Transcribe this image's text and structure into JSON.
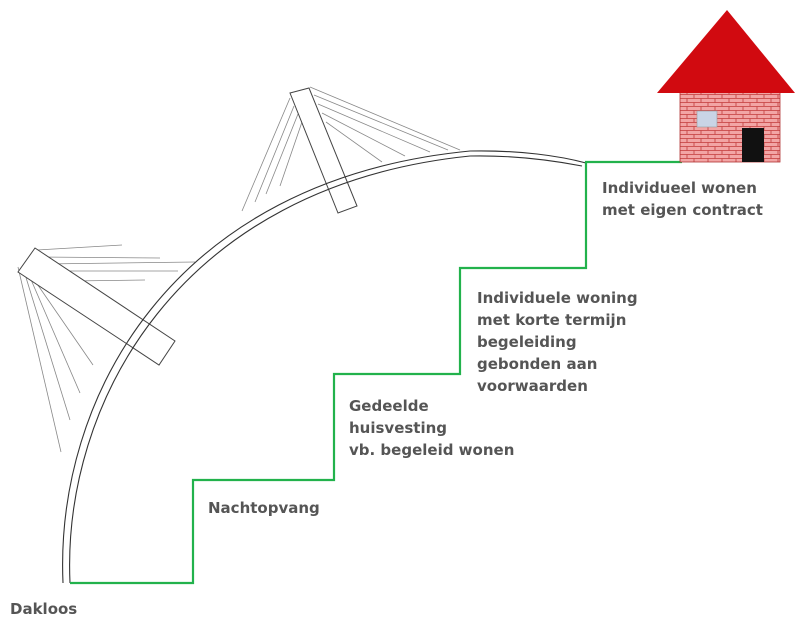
{
  "diagram": {
    "stages": [
      {
        "id": "dakloos",
        "lines": [
          "Dakloos"
        ]
      },
      {
        "id": "nachtopvang",
        "lines": [
          "Nachtopvang"
        ]
      },
      {
        "id": "gedeelde",
        "lines": [
          "Gedeelde",
          "huisvesting",
          "vb. begeleid wonen"
        ]
      },
      {
        "id": "individuele",
        "lines": [
          "Individuele woning",
          "met korte termijn",
          "begeleiding",
          "gebonden aan",
          "voorwaarden"
        ]
      },
      {
        "id": "individueel",
        "lines": [
          "Individueel wonen",
          "met eigen contract"
        ]
      }
    ],
    "colors": {
      "stair_line": "#22b24c",
      "arc_line": "#333333",
      "roof": "#d10a10",
      "brick_wall": "#f2a5a5",
      "brick_mortar": "#c23a3a",
      "window": "#c9d4e6",
      "door": "#111111",
      "label_text": "#555555"
    }
  }
}
